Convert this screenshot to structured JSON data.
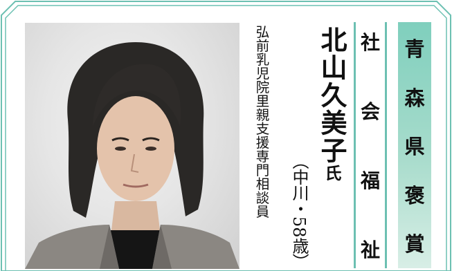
{
  "award": {
    "chars": [
      "青",
      "森",
      "県",
      "褒",
      "賞"
    ]
  },
  "field": {
    "chars": [
      "社",
      "会",
      "福",
      "祉"
    ]
  },
  "person": {
    "name": "北山久美子",
    "honorific": "氏",
    "age_open": "（中川・",
    "age_num": "58",
    "age_close": "歳）",
    "job": "弘前乳児院里親支援専門相談員"
  },
  "photo": {
    "subject": "portrait-photo"
  },
  "colors": {
    "accent": "#6cc0b2",
    "accent_light": "#d8eee6"
  }
}
